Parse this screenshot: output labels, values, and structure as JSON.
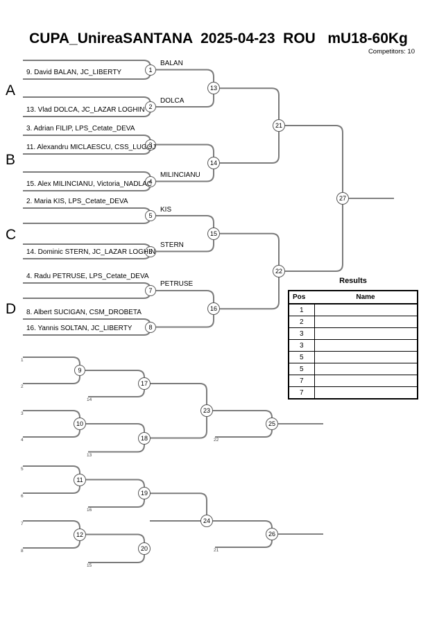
{
  "page": {
    "title": "CUPA_UnireaSANTANA  2025-04-23  ROU   mU18-60Kg",
    "competitors_label": "Competitors: 10"
  },
  "groups": [
    "A",
    "B",
    "C",
    "D"
  ],
  "entries": [
    "9. David BALAN, JC_LIBERTY",
    "13. Vlad DOLCA, JC_LAZAR LOGHIN",
    "3. Adrian FILIP, LPS_Cetate_DEVA",
    "11. Alexandru MICLAESCU, CSS_LUGOJ",
    "15. Alex MILINCIANU, Victoria_NADLAC",
    "2. Maria KIS, LPS_Cetate_DEVA",
    "14. Dominic STERN, JC_LAZAR LOGHIN",
    "4. Radu PETRUSE, LPS_Cetate_DEVA",
    "8. Albert SUCIGAN, CSM_DROBETA",
    "16. Yannis SOLTAN, JC_LIBERTY"
  ],
  "advancing": [
    "BALAN",
    "DOLCA",
    "MILINCIANU",
    "KIS",
    "STERN",
    "PETRUSE"
  ],
  "matches": {
    "m1": "1",
    "m2": "2",
    "m3": "3",
    "m4": "4",
    "m5": "5",
    "m6": "6",
    "m7": "7",
    "m8": "8",
    "m9": "9",
    "m10": "10",
    "m11": "11",
    "m12": "12",
    "m13": "13",
    "m14": "14",
    "m15": "15",
    "m16": "16",
    "m17": "17",
    "m18": "18",
    "m19": "19",
    "m20": "20",
    "m21": "21",
    "m22": "22",
    "m23": "23",
    "m24": "24",
    "m25": "25",
    "m26": "26",
    "m27": "27"
  },
  "feeders": {
    "f1": "1",
    "f2": "2",
    "f3": "3",
    "f4": "4",
    "f5": "5",
    "f6": "6",
    "f7": "7",
    "f8": "8",
    "f13": "13",
    "f14": "14",
    "f15": "15",
    "f16": "16",
    "f21": "21",
    "f22": "22"
  },
  "results_table": {
    "title": "Results",
    "columns": [
      "Pos",
      "Name"
    ],
    "rows": [
      {
        "pos": "1",
        "name": ""
      },
      {
        "pos": "2",
        "name": ""
      },
      {
        "pos": "3",
        "name": ""
      },
      {
        "pos": "3",
        "name": ""
      },
      {
        "pos": "5",
        "name": ""
      },
      {
        "pos": "5",
        "name": ""
      },
      {
        "pos": "7",
        "name": ""
      },
      {
        "pos": "7",
        "name": ""
      }
    ]
  }
}
